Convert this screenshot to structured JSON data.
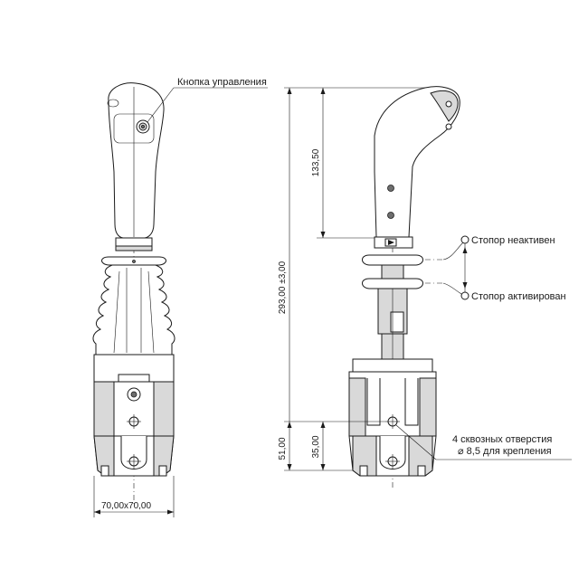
{
  "labels": {
    "control_button": "Кнопка управления",
    "stop_inactive": "Стопор неактивен",
    "stop_active": "Стопор активирован",
    "holes_line1": "4 сквозных отверстия",
    "holes_line2": "⌀ 8,5 для крепления"
  },
  "dimensions": {
    "base_size": "70,00x70,00",
    "total_height": "293,00 ±3,00",
    "handle_height": "133,50",
    "base_height": "51,00",
    "hole_height": "35,00"
  }
}
